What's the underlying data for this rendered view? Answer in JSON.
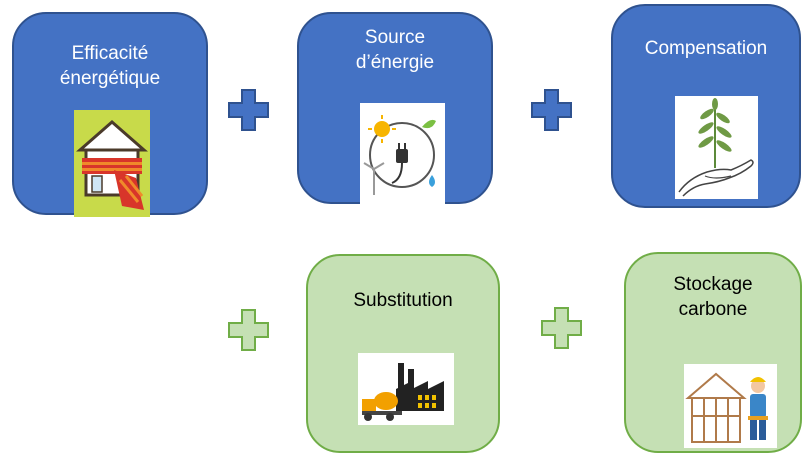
{
  "boxes": [
    {
      "label": "Efficacité\nénergétique",
      "color": "#4472c4",
      "image_icon": "insulated-house-with-scarf-icon"
    },
    {
      "label": "Source\nd’énergie",
      "color": "#4472c4",
      "image_icon": "renewable-energy-plug-icon"
    },
    {
      "label": "Compensation",
      "color": "#4472c4",
      "image_icon": "hand-holding-plant-icon"
    },
    {
      "label": "Substitution",
      "color": "#c5e0b4",
      "image_icon": "factory-and-cement-truck-icon"
    },
    {
      "label": "Stockage\ncarbone",
      "color": "#c5e0b4",
      "image_icon": "carpenter-wooden-frame-icon"
    }
  ],
  "operators": [
    {
      "symbol": "plus",
      "style": "filled",
      "color": "#4472c4"
    },
    {
      "symbol": "plus",
      "style": "filled",
      "color": "#4472c4"
    },
    {
      "symbol": "plus",
      "style": "outline",
      "color": "#c5e0b4"
    },
    {
      "symbol": "plus",
      "style": "outline",
      "color": "#c5e0b4"
    }
  ]
}
